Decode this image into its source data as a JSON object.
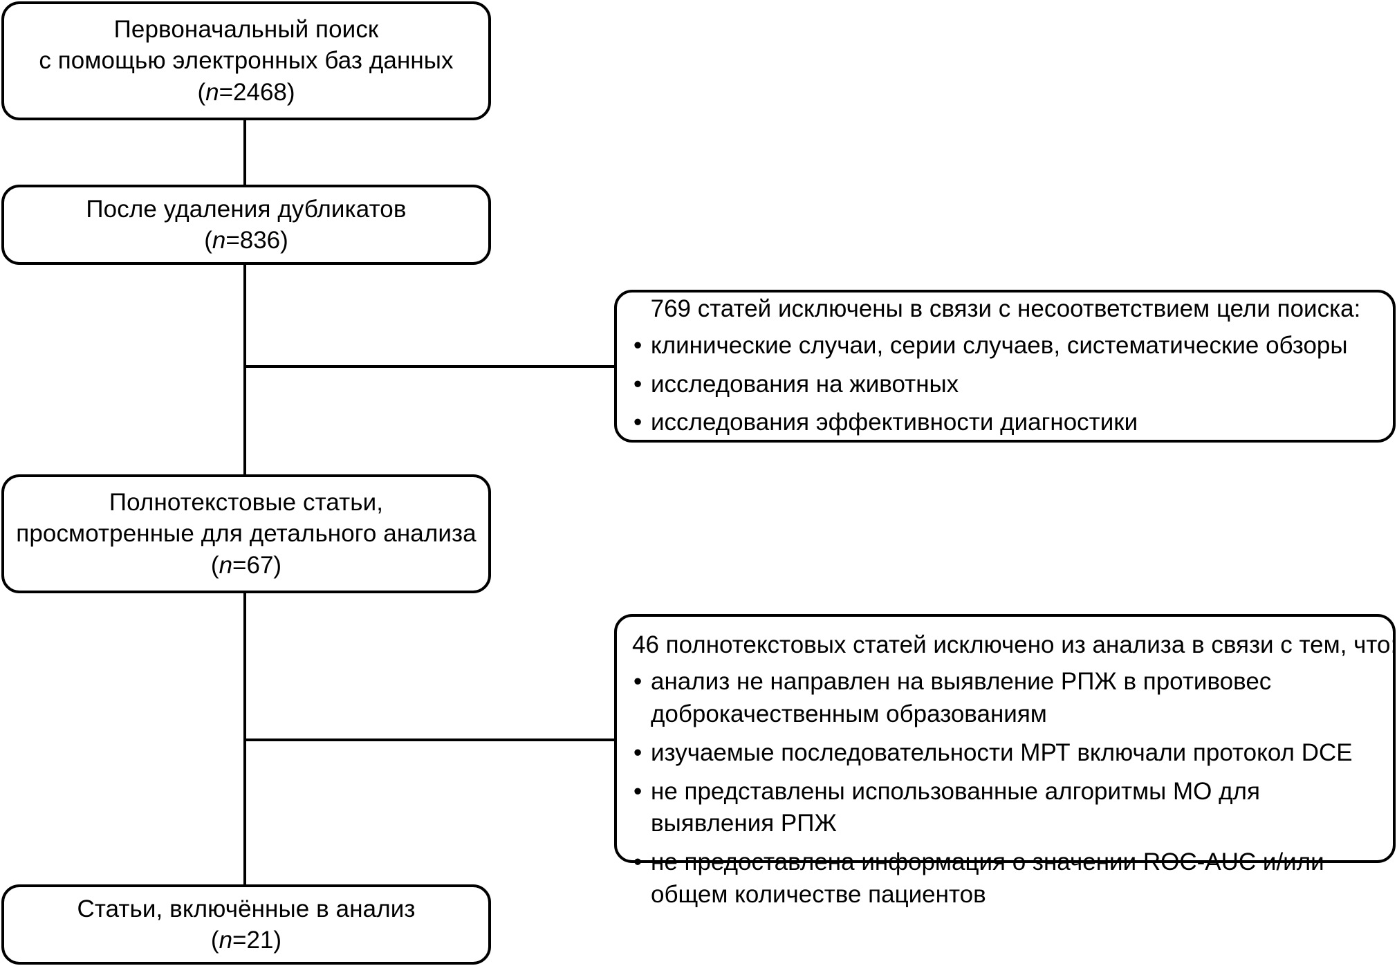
{
  "diagram": {
    "type": "prisma-flow-diagram",
    "language": "ru",
    "line_color": "#000000",
    "background_color": "#ffffff"
  },
  "nodes": {
    "initial_search": {
      "line1": "Первоначальный поиск",
      "line2": "с помощью электронных баз данных",
      "count_prefix": "(",
      "count_italic": "n",
      "count_value": "=2468)"
    },
    "after_duplicates": {
      "line1": "После удаления дубликатов",
      "count_prefix": "(",
      "count_italic": "n",
      "count_value": "=836)"
    },
    "fulltext_reviewed": {
      "line1": "Полнотекстовые статьи,",
      "line2": "просмотренные для детального анализа",
      "count_prefix": "(",
      "count_italic": "n",
      "count_value": "=67)"
    },
    "included": {
      "line1": "Статьи, включённые в анализ",
      "count_prefix": "(",
      "count_italic": "n",
      "count_value": "=21)"
    }
  },
  "exclusions": {
    "screening": {
      "heading": "769 статей исключены в связи с несоответствием цели поиска:",
      "bullet_glyph": "•",
      "items": [
        "клинические случаи, серии случаев, систематические обзоры",
        "исследования на животных",
        "исследования эффективности диагностики"
      ]
    },
    "eligibility": {
      "heading": "46 полнотекстовых статей исключено из анализа в связи с тем, что:",
      "bullet_glyph": "•",
      "items": [
        "анализ не направлен на выявление РПЖ в противовес доброкачественным образованиям",
        "изучаемые последовательности МРТ включали протокол DCE",
        "не представлены использованные алгоритмы МО для выявления РПЖ",
        "не предоставлена информация о значении ROC-AUC и/или общем количестве пациентов"
      ]
    }
  }
}
